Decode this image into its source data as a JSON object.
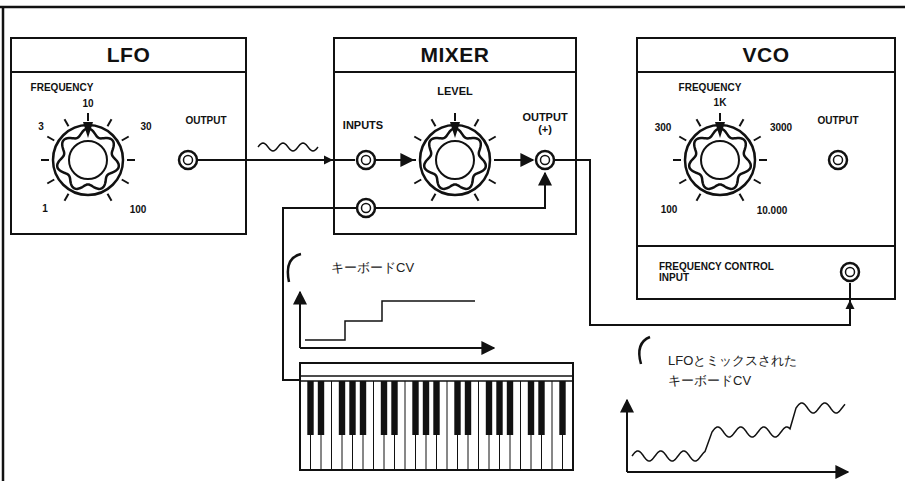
{
  "diagram": {
    "nodes": [
      {
        "text": [
          "LFO",
          "FREQUENCY",
          "10",
          "3",
          "30",
          "1",
          "100",
          "OUTPUT"
        ]
      },
      {
        "text": [
          "MIXER",
          "LEVEL",
          "INPUTS",
          "OUTPUT (+)"
        ]
      },
      {
        "text": [
          "VCO",
          "FREQUENCY",
          "1K",
          "300",
          "3000",
          "100",
          "10.000",
          "OUTPUT"
        ]
      },
      {
        "text": [
          "FREQUENCY CONTROL INPUT"
        ],
        "in": 2
      }
    ],
    "edges": [
      {
        "from": 0,
        "to": 1,
        "arrow": "to"
      },
      {
        "from": 1,
        "to": 3,
        "arrow": "to"
      }
    ],
    "labels": [
      "キーボードCV",
      "LFOとミックスされた キーボードCV"
    ]
  }
}
